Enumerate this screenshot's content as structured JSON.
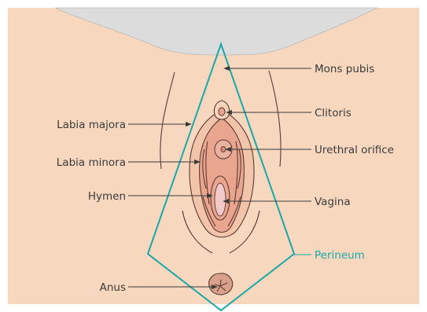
{
  "labels": {
    "mons_pubis": "Mons pubis",
    "clitoris": "Clitoris",
    "urethral_orifice": "Urethral orifice",
    "vagina": "Vagina",
    "perineum": "Perineum",
    "labia_majora": "Labia majora",
    "labia_minora": "Labia minora",
    "hymen": "Hymen",
    "anus": "Anus"
  },
  "colors": {
    "background": "#f7d8bf",
    "shadow": "#dcdcdc",
    "perineum_outline": "#1aa7a8",
    "tissue": "#e9a58e",
    "tissue_dark": "#d98a76",
    "vaginal_opening": "#f3c9c9",
    "text": "#3a3a3a"
  }
}
